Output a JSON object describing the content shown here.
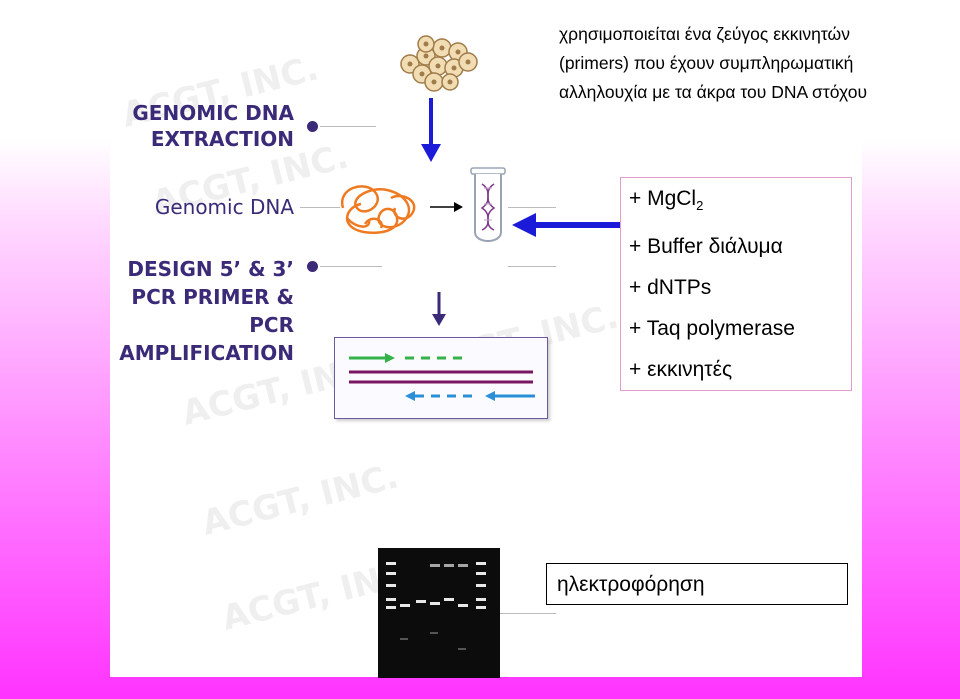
{
  "left_labels": {
    "extraction_line1": "GENOMIC DNA",
    "extraction_line2": "EXTRACTION",
    "genomic_dna": "Genomic DNA",
    "design_line1": "DESIGN 5’ & 3’",
    "design_line2": "PCR PRIMER &",
    "design_line3": "PCR",
    "design_line4": "AMPLIFICATION"
  },
  "watermark": "ACGT, INC.",
  "primer_description": {
    "line1": "χρησιμοποιείται ένα ζεύγος εκκινητών",
    "line2": "(primers) που έχουν συμπληρωματική",
    "line3": "αλληλουχία με τα άκρα του DNA στόχου"
  },
  "reagents": {
    "mgcl2_prefix": "+ MgCl",
    "mgcl2_subscript": "2",
    "buffer": "+ Buffer διάλυμα",
    "dntps": "+ dNTPs",
    "taq": "+ Taq polymerase",
    "primers": "+ εκκινητές"
  },
  "electrophoresis_label": "ηλεκτροφόρηση",
  "colors": {
    "label_purple": "#3b2a78",
    "arrow_blue": "#1a1ad8",
    "dna_orange": "#ee7a22",
    "strand_purple": "#7a1660",
    "primer_green": "#33b34a",
    "primer_blue": "#2a8fd6",
    "background_pink": "#ff33ff"
  }
}
